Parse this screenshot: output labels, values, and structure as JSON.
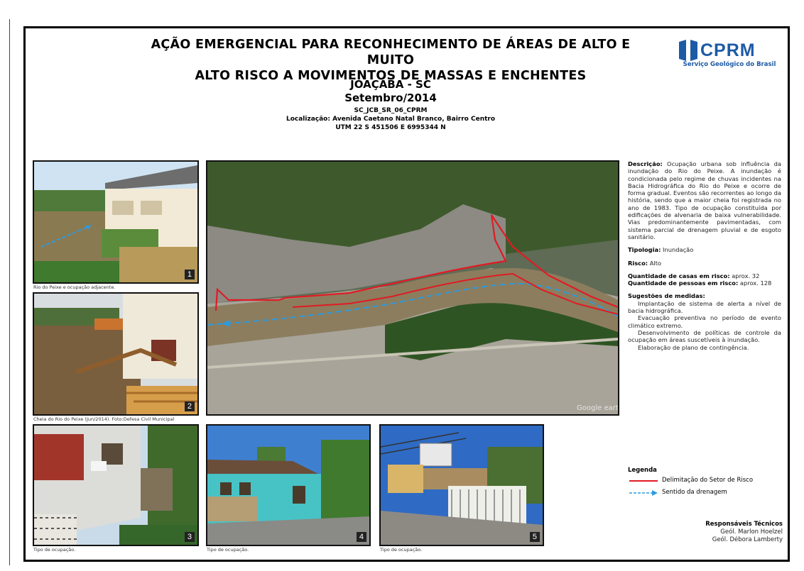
{
  "title_line1": "AÇÃO EMERGENCIAL PARA RECONHECIMENTO DE ÁREAS DE ALTO E MUITO",
  "title_line2": "ALTO RISCO A MOVIMENTOS DE MASSAS E ENCHENTES",
  "logo": {
    "name": "CPRM",
    "subtitle": "Serviço Geológico do Brasil",
    "color": "#1d5aa6"
  },
  "city": "JOAÇABA - SC",
  "date": "Setembro/2014",
  "code": "SC_JCB_SR_06_CPRM",
  "location": "Localização: Avenida Caetano Natal Branco, Bairro Centro",
  "utm": "UTM 22 S 451506 E 6995344 N",
  "photos": [
    {
      "number": "1",
      "caption": "Rio do Peixe e ocupação adjacente."
    },
    {
      "number": "2",
      "caption": "Cheia do Rio do Peixe (Jun/2014). Foto:Defesa Civil Municipal"
    },
    {
      "number": "3",
      "caption": "Tipo de ocupação."
    },
    {
      "number": "4",
      "caption": "Tipo de ocupação."
    },
    {
      "number": "5",
      "caption": "Tipo de ocupação."
    }
  ],
  "map": {
    "watermark": "Google earth",
    "risk_color": "#e01b24",
    "drainage_color": "#2b9be0"
  },
  "description": {
    "label": "Descrição:",
    "text": "Ocupação urbana sob influência da inundação do Rio do Peixe. A inundação é condicionada pelo regime de chuvas incidentes na Bacia Hidrográfica do Rio do Peixe e ocorre de forma gradual. Eventos são recorrentes ao longo da história, sendo que a maior cheia foi registrada no ano de 1983. Tipo de ocupação constituída por edificações de alvenaria de baixa vulnerabilidade. Vias predominantemente pavimentadas, com sistema parcial de drenagem pluvial e de esgoto sanitário."
  },
  "tipologia": {
    "label": "Tipologia:",
    "value": "Inundação"
  },
  "risco": {
    "label": "Risco:",
    "value": "Alto"
  },
  "casas": {
    "label": "Quantidade de casas em risco:",
    "value": "aprox. 32"
  },
  "pessoas": {
    "label": "Quantidade de pessoas em risco:",
    "value": "aprox. 128"
  },
  "sugestoes": {
    "label": "Sugestões de medidas:",
    "items": [
      "Implantação de sistema de alerta a nível de bacia hidrográfica.",
      "Evacuação preventiva no período de evento climático extremo.",
      "Desenvolvimento de políticas de controle da ocupação em áreas suscetíveis à inundação.",
      "Elaboração de plano de contingência."
    ]
  },
  "legend": {
    "title": "Legenda",
    "risk_label": "Delimitação do Setor de Risco",
    "drainage_label": "Sentido da drenagem"
  },
  "responsaveis": {
    "title": "Responsáveis Técnicos",
    "names": [
      "Geól. Marlon Hoelzel",
      "Geól. Débora Lamberty"
    ]
  }
}
